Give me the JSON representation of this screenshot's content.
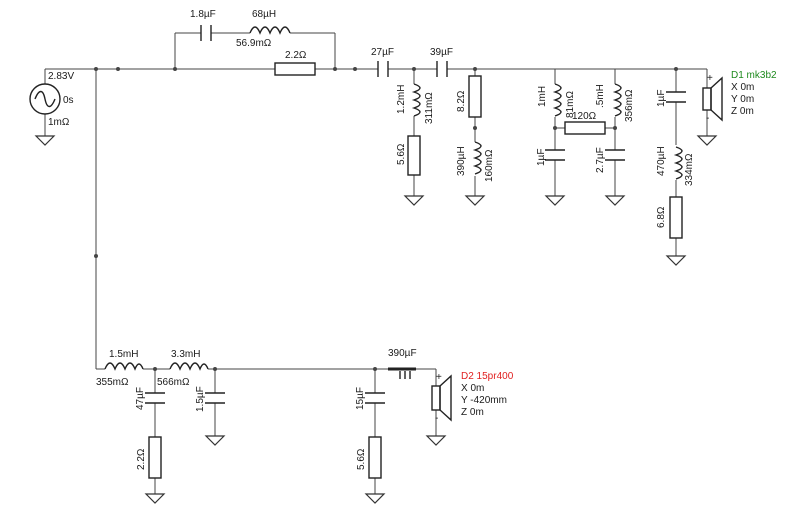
{
  "source": {
    "voltage": "2.83V",
    "delay": "0s",
    "impedance": "1mΩ"
  },
  "tweeter_branch": {
    "bypass_cap": "1.8µF",
    "bypass_inductor": "68µH",
    "bypass_inductor_r": "56.9mΩ",
    "series_resistor": "2.2Ω",
    "cap1": "27µF",
    "cap2": "39µF",
    "shunt1_inductor": "1.2mH",
    "shunt1_inductor_r": "311mΩ",
    "shunt1_resistor": "5.6Ω",
    "shunt2_resistor": "8.2Ω",
    "shunt2_inductor": "390µH",
    "shunt2_inductor_r": "160mΩ",
    "notch_inductor_a": "1mH",
    "notch_inductor_a_r": "81mΩ",
    "notch_resistor": "120Ω",
    "notch_inductor_b": ".5mH",
    "notch_inductor_b_r": "356mΩ",
    "notch_cap_a": "1µF",
    "notch_cap_b": "2.7µF",
    "zobel_cap": "1µF",
    "zobel_inductor": "470µH",
    "zobel_inductor_r": "334mΩ",
    "zobel_resistor": "6.8Ω"
  },
  "driver1": {
    "name": "D1 mk3b2",
    "x": "X 0m",
    "y": "Y 0m",
    "z": "Z 0m"
  },
  "woofer_branch": {
    "inductor1": "1.5mH",
    "inductor1_r": "355mΩ",
    "inductor2": "3.3mH",
    "inductor2_r": "566mΩ",
    "shunt1_cap": "47µF",
    "shunt1_resistor": "2.2Ω",
    "shunt2_cap": "1.5µF",
    "series_cap": "390µF",
    "shunt3_cap": "15µF",
    "shunt3_resistor": "5.6Ω"
  },
  "driver2": {
    "name": "D2 15pr400",
    "x": "X 0m",
    "y": "Y -420mm",
    "z": "Z 0m"
  },
  "colors": {
    "wire": "#444444",
    "driver1_label": "#1e8a1e",
    "driver2_label": "#e02020"
  }
}
